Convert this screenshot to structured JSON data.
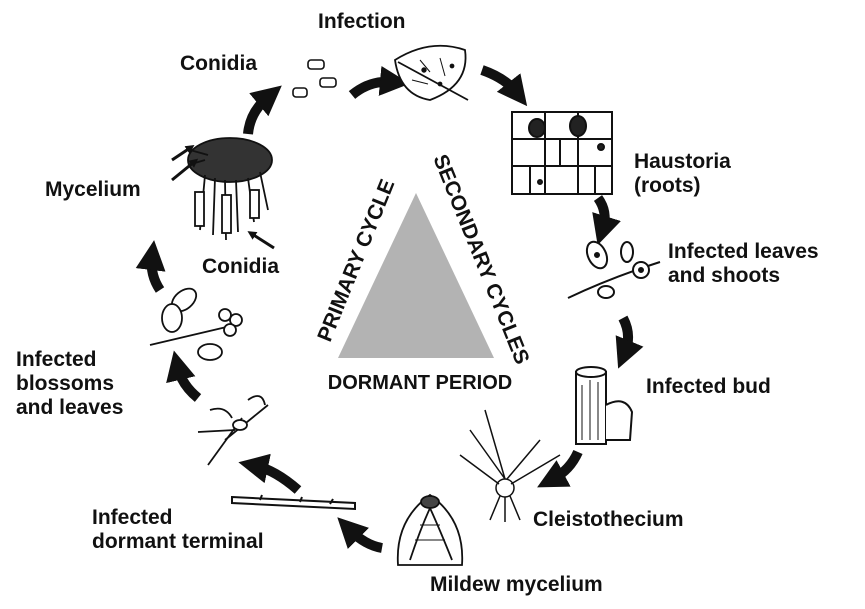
{
  "diagram": {
    "center": {
      "primary_cycle": "PRIMARY CYCLE",
      "secondary_cycles": "SECONDARY CYCLES",
      "dormant_period": "DORMANT PERIOD",
      "triangle_color": "#b3b3b3"
    },
    "stages": {
      "infection": "Infection",
      "haustoria_line1": "Haustoria",
      "haustoria_line2": "(roots)",
      "infected_leaves_line1": "Infected leaves",
      "infected_leaves_line2": "and shoots",
      "infected_bud": "Infected bud",
      "cleistothecium": "Cleistothecium",
      "mildew_mycelium": "Mildew mycelium",
      "infected_dormant_line1": "Infected",
      "infected_dormant_line2": "dormant terminal",
      "infected_blossoms_line1": "Infected",
      "infected_blossoms_line2": "blossoms",
      "infected_blossoms_line3": "and leaves",
      "conidia_lower": "Conidia",
      "mycelium": "Mycelium",
      "conidia_upper": "Conidia"
    },
    "icons": [
      "spore-icon",
      "leaf-icon",
      "plant-cells-icon",
      "shoot-icon",
      "bud-icon",
      "cleistothecium-icon",
      "mildew-bud-icon",
      "dormant-twig-icon",
      "blossom-icon",
      "mycelium-icon"
    ],
    "ink_color": "#111111"
  }
}
